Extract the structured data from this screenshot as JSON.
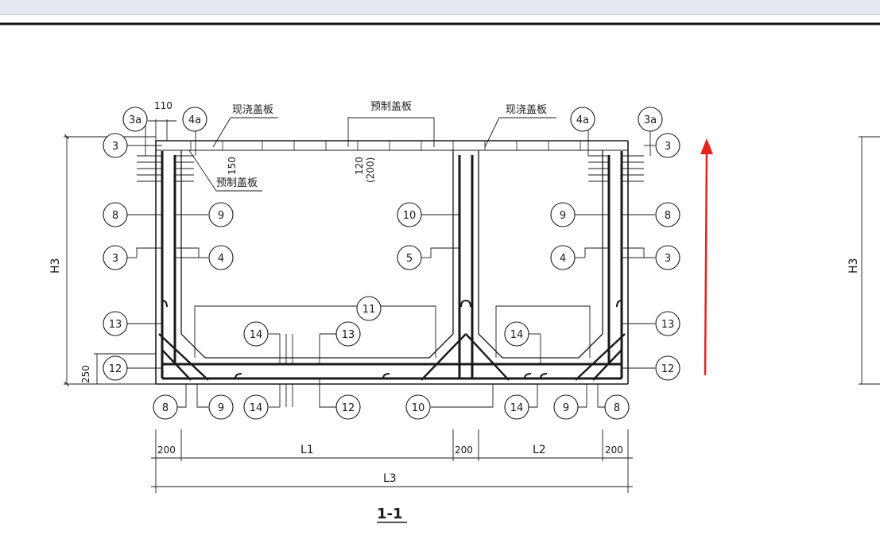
{
  "drawing": {
    "labels": {
      "cast_in_place_slab": "现浇盖板",
      "precast_slab": "预制盖板",
      "section_title": "1-1"
    },
    "dimensions": {
      "d110": "110",
      "d150": "150",
      "d120": "120",
      "d200_paren": "(200)",
      "d250": "250",
      "d200": "200",
      "H3": "H3",
      "L1": "L1",
      "L2": "L2",
      "L3": "L3"
    },
    "callouts": {
      "c3a": "3a",
      "c4a": "4a",
      "c3": "3",
      "c4": "4",
      "c5": "5",
      "c8": "8",
      "c9": "9",
      "c10": "10",
      "c11": "11",
      "c12": "12",
      "c13": "13",
      "c14": "14"
    },
    "colors": {
      "ink": "#1a1a1a",
      "annotation_arrow": "#e8231d",
      "toolbar": "#e5e8ee"
    }
  }
}
